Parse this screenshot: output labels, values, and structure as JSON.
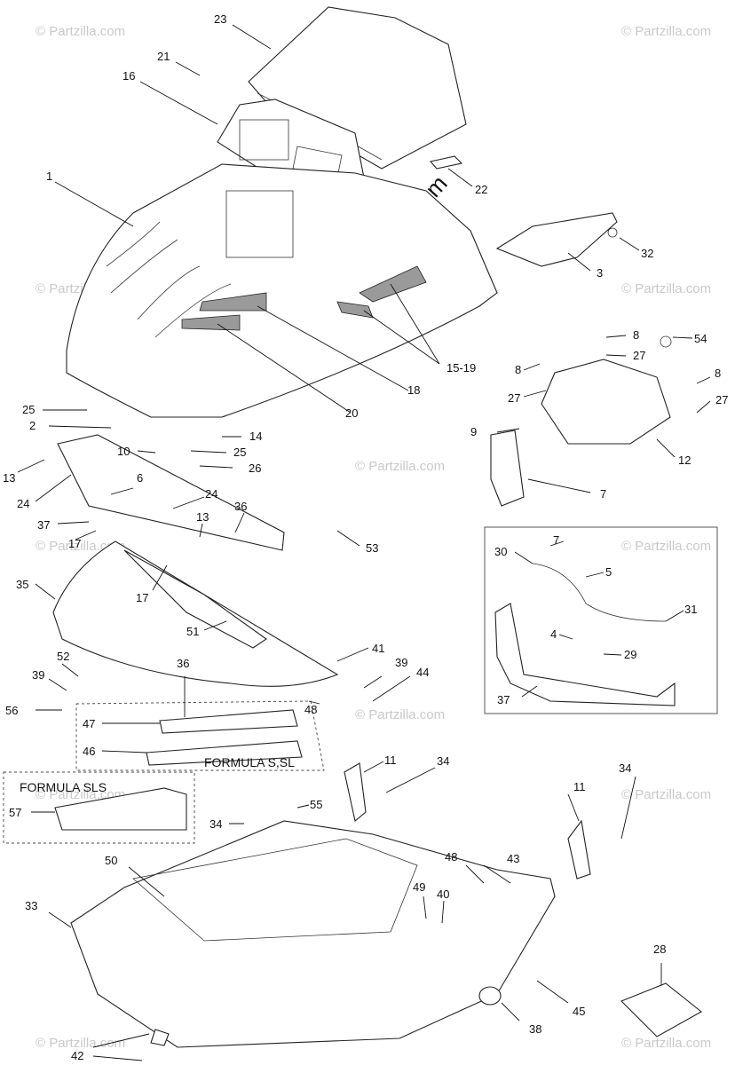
{
  "watermark": {
    "main": "© Partzilla.com",
    "small": "© Partzilla.com"
  },
  "labels": {
    "formula_s_sl": "FORMULA S,SL",
    "formula_sls": "FORMULA SLS"
  },
  "callouts": [
    "23",
    "21",
    "16",
    "1",
    "22",
    "3",
    "32",
    "8",
    "54",
    "27",
    "8",
    "27",
    "8",
    "27",
    "15-19",
    "18",
    "20",
    "25",
    "2",
    "14",
    "25",
    "26",
    "9",
    "12",
    "13",
    "10",
    "24",
    "6",
    "24",
    "7",
    "37",
    "13",
    "36",
    "17",
    "53",
    "17",
    "35",
    "7",
    "30",
    "5",
    "51",
    "31",
    "4",
    "29",
    "41",
    "52",
    "36",
    "39",
    "39",
    "44",
    "37",
    "56",
    "48",
    "47",
    "46",
    "11",
    "34",
    "57",
    "55",
    "34",
    "11",
    "34",
    "50",
    "48",
    "43",
    "49",
    "40",
    "33",
    "28",
    "45",
    "38",
    "42"
  ]
}
